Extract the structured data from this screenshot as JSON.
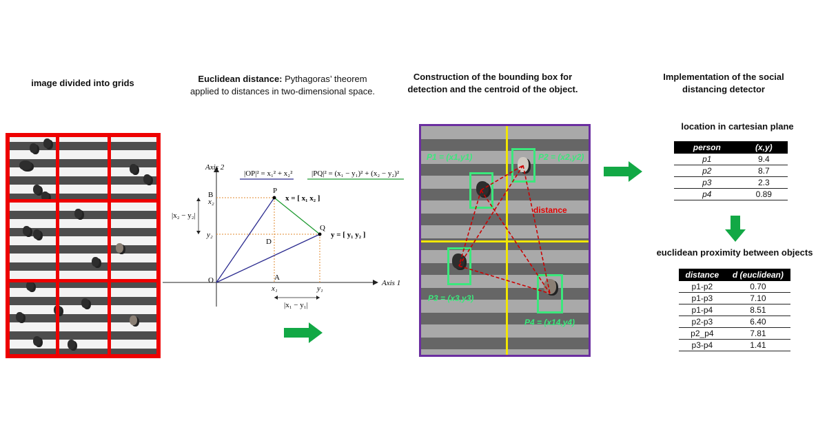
{
  "panel1": {
    "title": "image divided into grids"
  },
  "panel2": {
    "title_bold": "Euclidean distance:",
    "title_rest": " Pythagoras’ theorem applied to distances in two-dimensional space.",
    "axis1": "Axis 1",
    "axis2": "Axis 2",
    "op_formula": "|OP|² = x₁² + x₂²",
    "pq_formula": "|PQ|² = (x₁ − y₁)² + (x₂ − y₂)²",
    "label_B": "B",
    "label_x2": "x₂",
    "label_P": "P",
    "vec_x": "x = [ x₁  x₂ ]",
    "label_Q": "Q",
    "vec_y": "y = [ y₁  y₂ ]",
    "label_y2": "y₂",
    "label_D": "D",
    "label_O": "O",
    "label_A": "A",
    "label_x1": "x₁",
    "label_y1": "y₁",
    "diff_x": "|x₁ − y₁|",
    "diff_y": "|x₂ − y₂|",
    "colors": {
      "op": "#2b2b8f",
      "pq": "#1e9a30",
      "dash": "#e08a2c"
    }
  },
  "panel3": {
    "title": "Construction of the bounding box for detection and the centroid of the object.",
    "p1": "P1 = (x1,y1)",
    "p2": "P2 = (x2,y2)",
    "p3": "P3 = (x3,y3)",
    "p4": "P4 = (x14,y4)",
    "distance_label": "distance",
    "colors": {
      "frame": "#6b2ea0",
      "axes": "#f2e600",
      "box": "#3be87c",
      "line": "#cc0000"
    }
  },
  "panel4": {
    "title": "Implementation of the social distancing detector",
    "table1_title": "location in cartesian plane",
    "table1_headers": [
      "person",
      "(x,y)"
    ],
    "table1_rows": [
      [
        "p1",
        "9.4"
      ],
      [
        "p2",
        "8.7"
      ],
      [
        "p3",
        "2.3"
      ],
      [
        "p4",
        "0.89"
      ]
    ],
    "table2_title": "euclidean proximity between objects",
    "table2_headers": [
      "distance",
      "d (euclidean)"
    ],
    "table2_rows": [
      [
        "p1-p2",
        "0.70"
      ],
      [
        "p1-p3",
        "7.10"
      ],
      [
        "p1-p4",
        "8.51"
      ],
      [
        "p2-p3",
        "6.40"
      ],
      [
        "p2_p4",
        "7.81"
      ],
      [
        "p3-p4",
        "1.41"
      ]
    ]
  },
  "colors": {
    "arrow": "#12a845",
    "grid": "#ee0000"
  }
}
